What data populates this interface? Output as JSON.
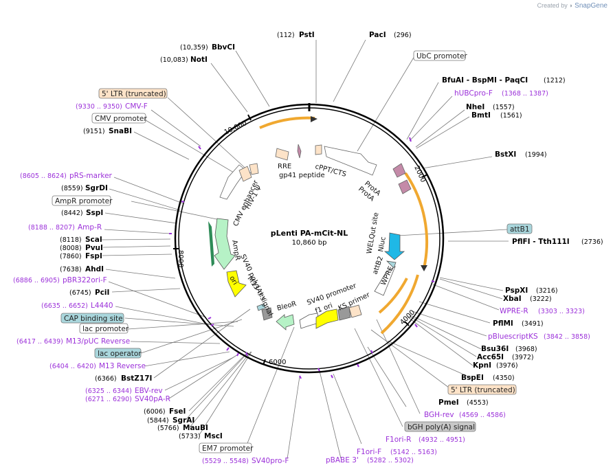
{
  "credit": {
    "created_by": "Created by",
    "brand": "SnapGene"
  },
  "plasmid": {
    "name": "pLenti PA-mCit-NL",
    "size_label": "10,860 bp"
  },
  "ticks": [
    "10,000",
    "2000",
    "4000",
    "6000",
    "8000"
  ],
  "enzymes": [
    {
      "name": "PstI",
      "pos": "(112)"
    },
    {
      "name": "PacI",
      "pos": "(296)"
    },
    {
      "name": "BbvCI",
      "pos": "(10,359)"
    },
    {
      "name": "NotI",
      "pos": "(10,083)"
    },
    {
      "name": "BfuAI  - BspMI  - PaqCI",
      "pos": "(1212)"
    },
    {
      "name": "NheI",
      "pos": "(1557)"
    },
    {
      "name": "BmtI",
      "pos": "(1561)"
    },
    {
      "name": "SnaBI",
      "pos": "(9151)"
    },
    {
      "name": "BstXI",
      "pos": "(1994)"
    },
    {
      "name": "SgrDI",
      "pos": "(8559)"
    },
    {
      "name": "SspI",
      "pos": "(8442)"
    },
    {
      "name": "ScaI",
      "pos": "(8118)"
    },
    {
      "name": "PvuI",
      "pos": "(8008)"
    },
    {
      "name": "FspI",
      "pos": "(7860)"
    },
    {
      "name": "PflFI  - Tth111I",
      "pos": "(2736)"
    },
    {
      "name": "AhdI",
      "pos": "(7638)"
    },
    {
      "name": "PciI",
      "pos": "(6745)"
    },
    {
      "name": "PspXI",
      "pos": "(3216)"
    },
    {
      "name": "XbaI",
      "pos": "(3222)"
    },
    {
      "name": "PflMI",
      "pos": "(3491)"
    },
    {
      "name": "Bsu36I",
      "pos": "(3968)"
    },
    {
      "name": "Acc65I",
      "pos": "(3972)"
    },
    {
      "name": "KpnI",
      "pos": "(3976)"
    },
    {
      "name": "BstZ17I",
      "pos": "(6366)"
    },
    {
      "name": "BspEI",
      "pos": "(4350)"
    },
    {
      "name": "PmeI",
      "pos": "(4553)"
    },
    {
      "name": "FseI",
      "pos": "(6006)"
    },
    {
      "name": "SgrAI",
      "pos": "(5844)"
    },
    {
      "name": "MauBI",
      "pos": "(5766)"
    },
    {
      "name": "MscI",
      "pos": "(5733)"
    }
  ],
  "primers": [
    {
      "name": "hUBCpro-F",
      "pos": "(1368 .. 1387)"
    },
    {
      "name": "CMV-F",
      "pos": "(9330 .. 9350)"
    },
    {
      "name": "pRS-marker",
      "pos": "(8605 .. 8624)"
    },
    {
      "name": "Amp-R",
      "pos": "(8188 .. 8207)"
    },
    {
      "name": "pBR322ori-F",
      "pos": "(6886 .. 6905)"
    },
    {
      "name": "L4440",
      "pos": "(6635 .. 6652)"
    },
    {
      "name": "WPRE-R",
      "pos": "(3303 .. 3323)"
    },
    {
      "name": "pBluescriptKS",
      "pos": "(3842 .. 3858)"
    },
    {
      "name": "M13/pUC Reverse",
      "pos": "(6417 .. 6439)"
    },
    {
      "name": "M13 Reverse",
      "pos": "(6404 .. 6420)"
    },
    {
      "name": "EBV-rev",
      "pos": "(6325 .. 6344)"
    },
    {
      "name": "SV40pA-R",
      "pos": "(6271 .. 6290)"
    },
    {
      "name": "BGH-rev",
      "pos": "(4569 .. 4586)"
    },
    {
      "name": "F1ori-R",
      "pos": "(4932 .. 4951)"
    },
    {
      "name": "F1ori-F",
      "pos": "(5142 .. 5163)"
    },
    {
      "name": "pBABE 3'",
      "pos": "(5282 .. 5302)"
    },
    {
      "name": "SV40pro-F",
      "pos": "(5529 .. 5548)"
    }
  ],
  "boxed": [
    {
      "label": "UbC promoter",
      "color": "#ffffff"
    },
    {
      "label": "5' LTR (truncated)",
      "color": "#fde3c8"
    },
    {
      "label": "CMV promoter",
      "color": "#ffffff"
    },
    {
      "label": "AmpR promoter",
      "color": "#ffffff"
    },
    {
      "label": "attB1",
      "color": "#a9d6dc"
    },
    {
      "label": "CAP binding site",
      "color": "#a9d6dc"
    },
    {
      "label": "lac promoter",
      "color": "#ffffff"
    },
    {
      "label": "lac operator",
      "color": "#a9d6dc"
    },
    {
      "label": "5' LTR (truncated)",
      "color": "#fde3c8"
    },
    {
      "label": "bGH poly(A) signal",
      "color": "#c8c8c8"
    },
    {
      "label": "EM7 promoter",
      "color": "#ffffff"
    }
  ],
  "inner": [
    "RRE",
    "gp41 peptide",
    "cPPT/CTS",
    "ProtA",
    "ProtA",
    "WELQut site",
    "Nluc",
    "attB2",
    "WPRE",
    "CMV enhancer",
    "HIV-1 Ψ",
    "AmpR",
    "SV40 poly(A) signal",
    "M13 rev",
    "ori",
    "BleoR",
    "SV40 promoter",
    "f1 ori",
    "KS primer"
  ],
  "colors": {
    "backbone": "#000000",
    "primer": "#9b30d9",
    "orange_feature": "#f0a830",
    "blue_feature": "#1fb8e6",
    "green_feature": "#b6f2c6",
    "yellow_feature": "#ffff00"
  }
}
